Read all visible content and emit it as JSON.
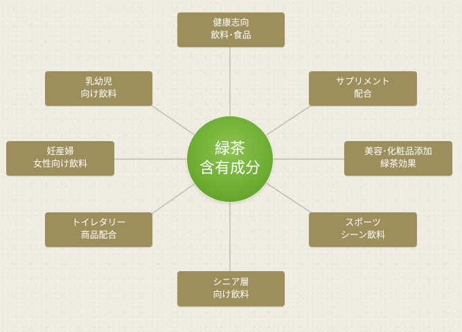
{
  "center": {
    "line1": "緑茶",
    "line2": "含有成分"
  },
  "nodes": {
    "health": {
      "line1": "健康志向",
      "line2": "飲料･食品"
    },
    "supplement": {
      "line1": "サプリメント",
      "line2": "配合"
    },
    "beauty": {
      "line1": "美容･化粧品添加",
      "line2": "緑茶効果"
    },
    "sports": {
      "line1": "スポーツ",
      "line2": "シーン飲料"
    },
    "senior": {
      "line1": "シニア層",
      "line2": "向け飲料"
    },
    "toiletry": {
      "line1": "トイレタリー",
      "line2": "商品配合"
    },
    "pregnant": {
      "line1": "妊産婦",
      "line2": "女性向け飲料"
    },
    "infant": {
      "line1": "乳幼児",
      "line2": "向け飲料"
    }
  },
  "colors": {
    "background": "#efede2",
    "node_fill": "#9c8f5c",
    "center_fill": "#6faf34",
    "connector": "#b5b2a6"
  }
}
